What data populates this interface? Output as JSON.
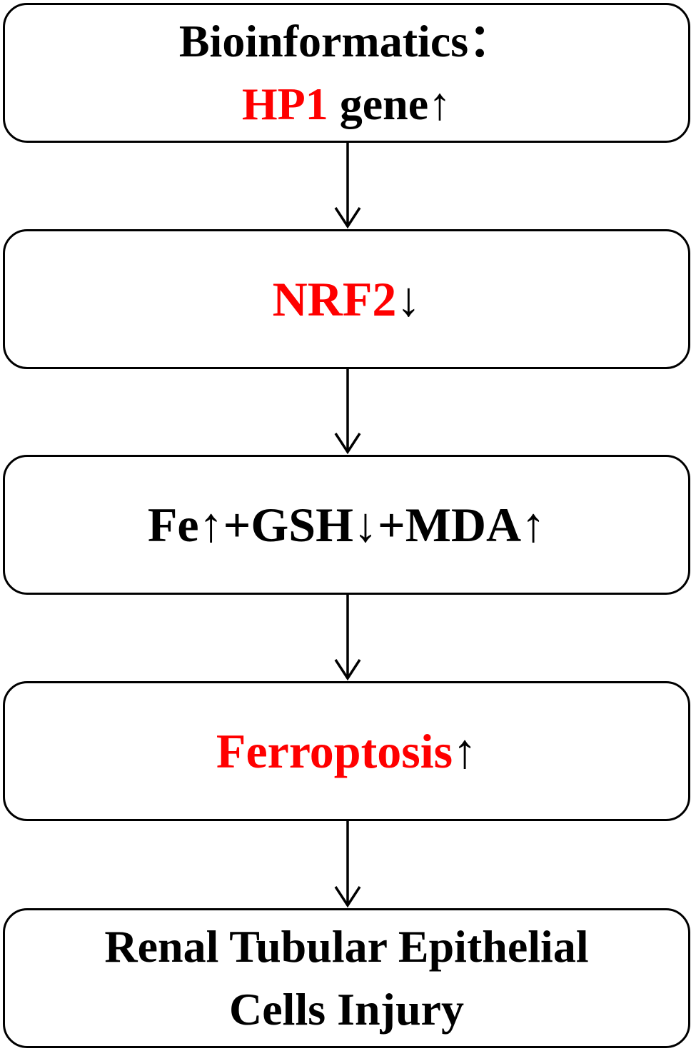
{
  "colors": {
    "text": "#000000",
    "highlight": "#ff0000",
    "border": "#000000",
    "background": "#ffffff"
  },
  "steps": [
    {
      "line1": "Bioinformatics：",
      "line2_highlight": "HP1",
      "line2_rest": " gene↑"
    },
    {
      "highlight": "NRF2",
      "rest": "↓"
    },
    {
      "text": "Fe↑+GSH↓+MDA↑"
    },
    {
      "highlight": "Ferroptosis",
      "rest": "↑"
    },
    {
      "line1": "Renal Tubular Epithelial",
      "line2": "Cells Injury"
    }
  ]
}
